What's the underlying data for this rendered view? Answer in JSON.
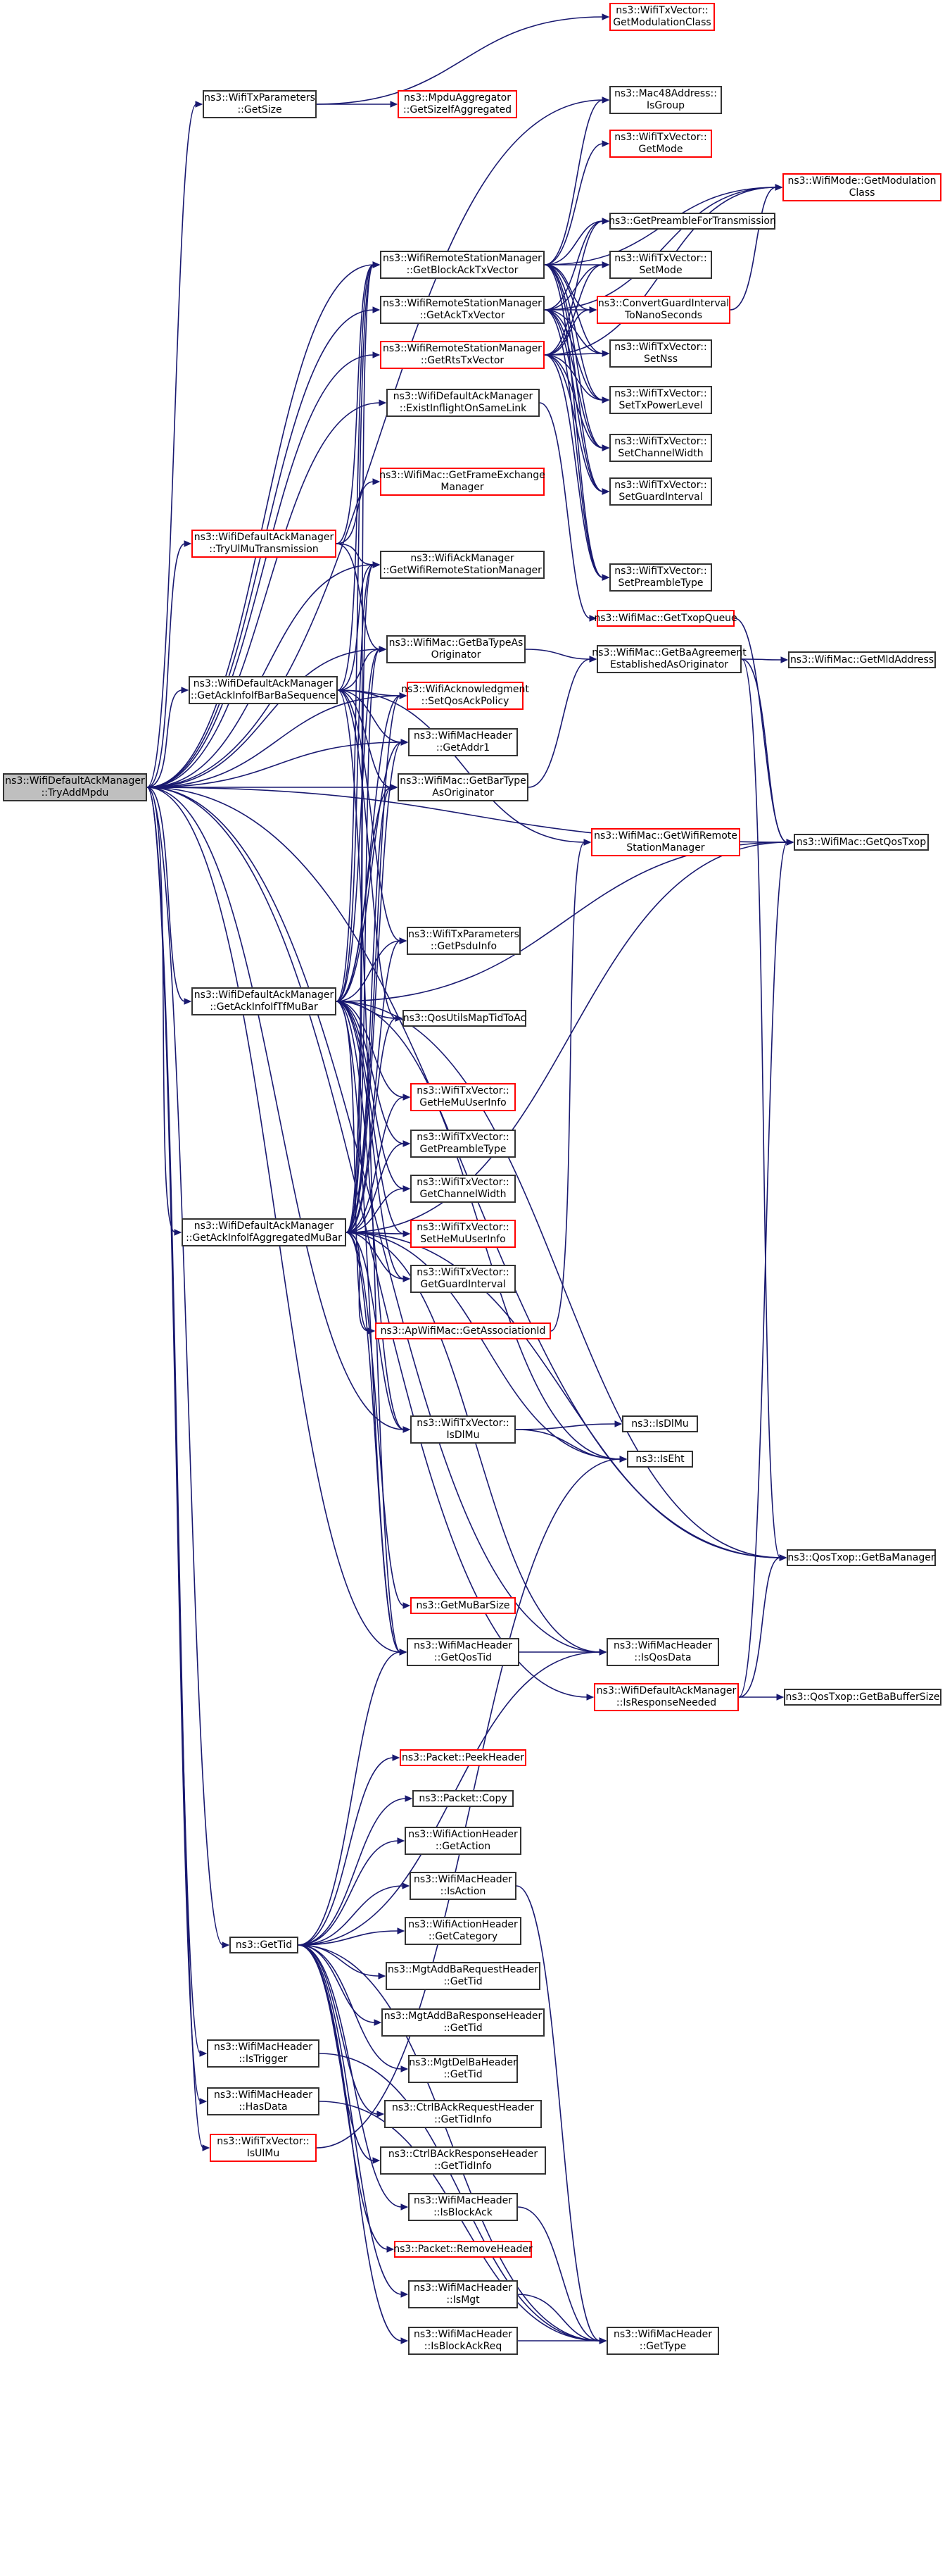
{
  "colors": {
    "edge": "#191970",
    "border_defined": "#333333",
    "border_undocumented": "#ff0000",
    "root_fill": "#bfbfbf"
  },
  "nodes": {
    "root": {
      "lines": [
        "ns3::WifiDefaultAckManager",
        "::TryAddMpdu"
      ],
      "style": "root"
    },
    "txp_getsize": {
      "lines": [
        "ns3::WifiTxParameters",
        "::GetSize"
      ],
      "style": "normal"
    },
    "getmodclass_vec": {
      "lines": [
        "ns3::WifiTxVector::",
        "GetModulationClass"
      ],
      "style": "red"
    },
    "mpdu_getsize": {
      "lines": [
        "ns3::MpduAggregator",
        "::GetSizeIfAggregated"
      ],
      "style": "red"
    },
    "mac48_isgroup": {
      "lines": [
        "ns3::Mac48Address::",
        "IsGroup"
      ],
      "style": "normal"
    },
    "vec_getmode": {
      "lines": [
        "ns3::WifiTxVector::",
        "GetMode"
      ],
      "style": "red"
    },
    "wifimode_getmod": {
      "lines": [
        "ns3::WifiMode::GetModulation",
        "Class"
      ],
      "style": "red"
    },
    "preamble_for_tx": {
      "lines": [
        "ns3::GetPreambleForTransmission"
      ],
      "style": "normal"
    },
    "rsm_blockack": {
      "lines": [
        "ns3::WifiRemoteStationManager",
        "::GetBlockAckTxVector"
      ],
      "style": "normal"
    },
    "vec_setmode": {
      "lines": [
        "ns3::WifiTxVector::",
        "SetMode"
      ],
      "style": "normal"
    },
    "conv_guard": {
      "lines": [
        "ns3::ConvertGuardInterval",
        "ToNanoSeconds"
      ],
      "style": "red"
    },
    "rsm_ack": {
      "lines": [
        "ns3::WifiRemoteStationManager",
        "::GetAckTxVector"
      ],
      "style": "normal"
    },
    "vec_setnss": {
      "lines": [
        "ns3::WifiTxVector::",
        "SetNss"
      ],
      "style": "normal"
    },
    "rsm_rts": {
      "lines": [
        "ns3::WifiRemoteStationManager",
        "::GetRtsTxVector"
      ],
      "style": "red"
    },
    "vec_setpower": {
      "lines": [
        "ns3::WifiTxVector::",
        "SetTxPowerLevel"
      ],
      "style": "normal"
    },
    "exist_inflight": {
      "lines": [
        "ns3::WifiDefaultAckManager",
        "::ExistInflightOnSameLink"
      ],
      "style": "normal"
    },
    "vec_setchan": {
      "lines": [
        "ns3::WifiTxVector::",
        "SetChannelWidth"
      ],
      "style": "normal"
    },
    "mac_getfem": {
      "lines": [
        "ns3::WifiMac::GetFrameExchange",
        "Manager"
      ],
      "style": "red"
    },
    "vec_setguard": {
      "lines": [
        "ns3::WifiTxVector::",
        "SetGuardInterval"
      ],
      "style": "normal"
    },
    "try_ulmu": {
      "lines": [
        "ns3::WifiDefaultAckManager",
        "::TryUlMuTransmission"
      ],
      "style": "red"
    },
    "ackmgr_getrsm": {
      "lines": [
        "ns3::WifiAckManager",
        "::GetWifiRemoteStationManager"
      ],
      "style": "normal"
    },
    "vec_setpreamble": {
      "lines": [
        "ns3::WifiTxVector::",
        "SetPreambleType"
      ],
      "style": "normal"
    },
    "mac_gettxopq": {
      "lines": [
        "ns3::WifiMac::GetTxopQueue"
      ],
      "style": "red"
    },
    "mac_getbatype": {
      "lines": [
        "ns3::WifiMac::GetBaTypeAs",
        "Originator"
      ],
      "style": "normal"
    },
    "mac_getbaagree": {
      "lines": [
        "ns3::WifiMac::GetBaAgreement",
        "EstablishedAsOriginator"
      ],
      "style": "normal"
    },
    "mac_getmld": {
      "lines": [
        "ns3::WifiMac::GetMldAddress"
      ],
      "style": "normal"
    },
    "getackinfo_barba": {
      "lines": [
        "ns3::WifiDefaultAckManager",
        "::GetAckInfoIfBarBaSequence"
      ],
      "style": "normal"
    },
    "wifiack_setqos": {
      "lines": [
        "ns3::WifiAcknowledgment",
        "::SetQosAckPolicy"
      ],
      "style": "red"
    },
    "hdr_getaddr1": {
      "lines": [
        "ns3::WifiMacHeader",
        "::GetAddr1"
      ],
      "style": "normal"
    },
    "mac_getbartype": {
      "lines": [
        "ns3::WifiMac::GetBarType",
        "AsOriginator"
      ],
      "style": "normal"
    },
    "mac_getrsm": {
      "lines": [
        "ns3::WifiMac::GetWifiRemote",
        "StationManager"
      ],
      "style": "red"
    },
    "mac_getqostxop": {
      "lines": [
        "ns3::WifiMac::GetQosTxop"
      ],
      "style": "normal"
    },
    "txp_getpsdu": {
      "lines": [
        "ns3::WifiTxParameters",
        "::GetPsduInfo"
      ],
      "style": "normal"
    },
    "getackinfo_tfmubar": {
      "lines": [
        "ns3::WifiDefaultAckManager",
        "::GetAckInfoIfTfMuBar"
      ],
      "style": "normal"
    },
    "qos_maptid": {
      "lines": [
        "ns3::QosUtilsMapTidToAc"
      ],
      "style": "normal"
    },
    "vec_getheuser": {
      "lines": [
        "ns3::WifiTxVector::",
        "GetHeMuUserInfo"
      ],
      "style": "red"
    },
    "vec_getpreamble": {
      "lines": [
        "ns3::WifiTxVector::",
        "GetPreambleType"
      ],
      "style": "normal"
    },
    "vec_getchan": {
      "lines": [
        "ns3::WifiTxVector::",
        "GetChannelWidth"
      ],
      "style": "normal"
    },
    "getackinfo_aggmubar": {
      "lines": [
        "ns3::WifiDefaultAckManager",
        "::GetAckInfoIfAggregatedMuBar"
      ],
      "style": "normal"
    },
    "vec_setheuser": {
      "lines": [
        "ns3::WifiTxVector::",
        "SetHeMuUserInfo"
      ],
      "style": "red"
    },
    "vec_getguard": {
      "lines": [
        "ns3::WifiTxVector::",
        "GetGuardInterval"
      ],
      "style": "normal"
    },
    "apmac_getassoc": {
      "lines": [
        "ns3::ApWifiMac::GetAssociationId"
      ],
      "style": "red"
    },
    "vec_isdlmu": {
      "lines": [
        "ns3::WifiTxVector::",
        "IsDlMu"
      ],
      "style": "normal"
    },
    "isdlmu": {
      "lines": [
        "ns3::IsDlMu"
      ],
      "style": "normal"
    },
    "iseht": {
      "lines": [
        "ns3::IsEht"
      ],
      "style": "normal"
    },
    "qostxop_getbamgr": {
      "lines": [
        "ns3::QosTxop::GetBaManager"
      ],
      "style": "normal"
    },
    "getmubarsize": {
      "lines": [
        "ns3::GetMuBarSize"
      ],
      "style": "red"
    },
    "hdr_getqostid": {
      "lines": [
        "ns3::WifiMacHeader",
        "::GetQosTid"
      ],
      "style": "normal"
    },
    "hdr_isqosdata": {
      "lines": [
        "ns3::WifiMacHeader",
        "::IsQosData"
      ],
      "style": "normal"
    },
    "is_resp_needed": {
      "lines": [
        "ns3::WifiDefaultAckManager",
        "::IsResponseNeeded"
      ],
      "style": "red"
    },
    "qostxop_getbabuf": {
      "lines": [
        "ns3::QosTxop::GetBaBufferSize"
      ],
      "style": "normal"
    },
    "pkt_peek": {
      "lines": [
        "ns3::Packet::PeekHeader"
      ],
      "style": "red"
    },
    "pkt_copy": {
      "lines": [
        "ns3::Packet::Copy"
      ],
      "style": "normal"
    },
    "ahdr_getaction": {
      "lines": [
        "ns3::WifiActionHeader",
        "::GetAction"
      ],
      "style": "normal"
    },
    "hdr_isaction": {
      "lines": [
        "ns3::WifiMacHeader",
        "::IsAction"
      ],
      "style": "normal"
    },
    "ahdr_getcat": {
      "lines": [
        "ns3::WifiActionHeader",
        "::GetCategory"
      ],
      "style": "normal"
    },
    "gettid": {
      "lines": [
        "ns3::GetTid"
      ],
      "style": "normal"
    },
    "addbareq_gettid": {
      "lines": [
        "ns3::MgtAddBaRequestHeader",
        "::GetTid"
      ],
      "style": "normal"
    },
    "addbaresp_gettid": {
      "lines": [
        "ns3::MgtAddBaResponseHeader",
        "::GetTid"
      ],
      "style": "normal"
    },
    "delba_gettid": {
      "lines": [
        "ns3::MgtDelBaHeader",
        "::GetTid"
      ],
      "style": "normal"
    },
    "hdr_istrigger": {
      "lines": [
        "ns3::WifiMacHeader",
        "::IsTrigger"
      ],
      "style": "normal"
    },
    "barreq_gettidinfo": {
      "lines": [
        "ns3::CtrlBAckRequestHeader",
        "::GetTidInfo"
      ],
      "style": "normal"
    },
    "hdr_hasdata": {
      "lines": [
        "ns3::WifiMacHeader",
        "::HasData"
      ],
      "style": "normal"
    },
    "vec_isulmu": {
      "lines": [
        "ns3::WifiTxVector::",
        "IsUlMu"
      ],
      "style": "red"
    },
    "baresp_gettidinfo": {
      "lines": [
        "ns3::CtrlBAckResponseHeader",
        "::GetTidInfo"
      ],
      "style": "normal"
    },
    "hdr_isblockack": {
      "lines": [
        "ns3::WifiMacHeader",
        "::IsBlockAck"
      ],
      "style": "normal"
    },
    "pkt_remove": {
      "lines": [
        "ns3::Packet::RemoveHeader"
      ],
      "style": "red"
    },
    "hdr_ismgt": {
      "lines": [
        "ns3::WifiMacHeader",
        "::IsMgt"
      ],
      "style": "normal"
    },
    "hdr_isblockackreq": {
      "lines": [
        "ns3::WifiMacHeader",
        "::IsBlockAckReq"
      ],
      "style": "normal"
    },
    "hdr_gettype": {
      "lines": [
        "ns3::WifiMacHeader",
        "::GetType"
      ],
      "style": "normal"
    }
  },
  "edges": [
    [
      "root",
      "txp_getsize"
    ],
    [
      "root",
      "rsm_blockack"
    ],
    [
      "root",
      "rsm_ack"
    ],
    [
      "root",
      "rsm_rts"
    ],
    [
      "root",
      "exist_inflight"
    ],
    [
      "root",
      "try_ulmu"
    ],
    [
      "root",
      "ackmgr_getrsm"
    ],
    [
      "root",
      "mac_getbatype"
    ],
    [
      "root",
      "getackinfo_barba"
    ],
    [
      "root",
      "wifiack_setqos"
    ],
    [
      "root",
      "hdr_getaddr1"
    ],
    [
      "root",
      "mac_getbartype"
    ],
    [
      "root",
      "getackinfo_tfmubar"
    ],
    [
      "root",
      "getackinfo_aggmubar"
    ],
    [
      "root",
      "vec_isdlmu"
    ],
    [
      "root",
      "hdr_getqostid"
    ],
    [
      "root",
      "hdr_isqosdata"
    ],
    [
      "root",
      "is_resp_needed"
    ],
    [
      "root",
      "gettid"
    ],
    [
      "root",
      "hdr_istrigger"
    ],
    [
      "root",
      "hdr_hasdata"
    ],
    [
      "root",
      "vec_isulmu"
    ],
    [
      "root",
      "mac48_isgroup"
    ],
    [
      "root",
      "mac_getqostxop"
    ],
    [
      "root",
      "qostxop_getbamgr"
    ],
    [
      "txp_getsize",
      "getmodclass_vec"
    ],
    [
      "txp_getsize",
      "mpdu_getsize"
    ],
    [
      "rsm_blockack",
      "wifimode_getmod"
    ],
    [
      "rsm_blockack",
      "mac48_isgroup"
    ],
    [
      "rsm_blockack",
      "vec_getmode"
    ],
    [
      "rsm_blockack",
      "preamble_for_tx"
    ],
    [
      "rsm_blockack",
      "vec_setmode"
    ],
    [
      "rsm_blockack",
      "conv_guard"
    ],
    [
      "rsm_blockack",
      "vec_setnss"
    ],
    [
      "rsm_blockack",
      "vec_setpower"
    ],
    [
      "rsm_blockack",
      "vec_setchan"
    ],
    [
      "rsm_blockack",
      "vec_setguard"
    ],
    [
      "rsm_blockack",
      "vec_setpreamble"
    ],
    [
      "rsm_ack",
      "wifimode_getmod"
    ],
    [
      "rsm_ack",
      "preamble_for_tx"
    ],
    [
      "rsm_ack",
      "vec_setmode"
    ],
    [
      "rsm_ack",
      "conv_guard"
    ],
    [
      "rsm_ack",
      "vec_setnss"
    ],
    [
      "rsm_ack",
      "vec_setpower"
    ],
    [
      "rsm_ack",
      "vec_setchan"
    ],
    [
      "rsm_ack",
      "vec_setguard"
    ],
    [
      "rsm_ack",
      "vec_setpreamble"
    ],
    [
      "rsm_rts",
      "wifimode_getmod"
    ],
    [
      "rsm_rts",
      "preamble_for_tx"
    ],
    [
      "rsm_rts",
      "vec_setmode"
    ],
    [
      "rsm_rts",
      "conv_guard"
    ],
    [
      "rsm_rts",
      "vec_setnss"
    ],
    [
      "rsm_rts",
      "vec_setpower"
    ],
    [
      "rsm_rts",
      "vec_setchan"
    ],
    [
      "rsm_rts",
      "vec_setguard"
    ],
    [
      "rsm_rts",
      "vec_setpreamble"
    ],
    [
      "exist_inflight",
      "mac_gettxopq"
    ],
    [
      "conv_guard",
      "wifimode_getmod"
    ],
    [
      "try_ulmu",
      "mac_getfem"
    ],
    [
      "try_ulmu",
      "ackmgr_getrsm"
    ],
    [
      "try_ulmu",
      "rsm_blockack"
    ],
    [
      "try_ulmu",
      "mac_getbatype"
    ],
    [
      "mac_getbatype",
      "mac_getbaagree"
    ],
    [
      "mac_getbartype",
      "mac_getbaagree"
    ],
    [
      "mac_getbaagree",
      "mac_getmld"
    ],
    [
      "mac_getbaagree",
      "mac_getqostxop"
    ],
    [
      "mac_getbaagree",
      "qostxop_getbamgr"
    ],
    [
      "mac_gettxopq",
      "mac_getqostxop"
    ],
    [
      "getackinfo_barba",
      "mac_getbatype"
    ],
    [
      "getackinfo_barba",
      "wifiack_setqos"
    ],
    [
      "getackinfo_barba",
      "hdr_getaddr1"
    ],
    [
      "getackinfo_barba",
      "mac_getbartype"
    ],
    [
      "getackinfo_barba",
      "txp_getpsdu"
    ],
    [
      "getackinfo_barba",
      "qos_maptid"
    ],
    [
      "getackinfo_barba",
      "hdr_getqostid"
    ],
    [
      "getackinfo_barba",
      "ackmgr_getrsm"
    ],
    [
      "getackinfo_barba",
      "rsm_blockack"
    ],
    [
      "getackinfo_barba",
      "mac_getrsm"
    ],
    [
      "getackinfo_tfmubar",
      "wifiack_setqos"
    ],
    [
      "getackinfo_tfmubar",
      "hdr_getaddr1"
    ],
    [
      "getackinfo_tfmubar",
      "mac_getbartype"
    ],
    [
      "getackinfo_tfmubar",
      "txp_getpsdu"
    ],
    [
      "getackinfo_tfmubar",
      "qos_maptid"
    ],
    [
      "getackinfo_tfmubar",
      "vec_getheuser"
    ],
    [
      "getackinfo_tfmubar",
      "vec_getpreamble"
    ],
    [
      "getackinfo_tfmubar",
      "vec_getchan"
    ],
    [
      "getackinfo_tfmubar",
      "vec_setheuser"
    ],
    [
      "getackinfo_tfmubar",
      "vec_getguard"
    ],
    [
      "getackinfo_tfmubar",
      "apmac_getassoc"
    ],
    [
      "getackinfo_tfmubar",
      "vec_isdlmu"
    ],
    [
      "getackinfo_tfmubar",
      "iseht"
    ],
    [
      "getackinfo_tfmubar",
      "hdr_getqostid"
    ],
    [
      "getackinfo_tfmubar",
      "mac_getqostxop"
    ],
    [
      "getackinfo_tfmubar",
      "mac_getbatype"
    ],
    [
      "getackinfo_tfmubar",
      "ackmgr_getrsm"
    ],
    [
      "getackinfo_tfmubar",
      "rsm_blockack"
    ],
    [
      "getackinfo_tfmubar",
      "qostxop_getbamgr"
    ],
    [
      "getackinfo_aggmubar",
      "wifiack_setqos"
    ],
    [
      "getackinfo_aggmubar",
      "hdr_getaddr1"
    ],
    [
      "getackinfo_aggmubar",
      "mac_getbartype"
    ],
    [
      "getackinfo_aggmubar",
      "txp_getpsdu"
    ],
    [
      "getackinfo_aggmubar",
      "qos_maptid"
    ],
    [
      "getackinfo_aggmubar",
      "vec_getheuser"
    ],
    [
      "getackinfo_aggmubar",
      "vec_getpreamble"
    ],
    [
      "getackinfo_aggmubar",
      "vec_getchan"
    ],
    [
      "getackinfo_aggmubar",
      "vec_setheuser"
    ],
    [
      "getackinfo_aggmubar",
      "vec_getguard"
    ],
    [
      "getackinfo_aggmubar",
      "apmac_getassoc"
    ],
    [
      "getackinfo_aggmubar",
      "vec_isdlmu"
    ],
    [
      "getackinfo_aggmubar",
      "iseht"
    ],
    [
      "getackinfo_aggmubar",
      "getmubarsize"
    ],
    [
      "getackinfo_aggmubar",
      "hdr_getqostid"
    ],
    [
      "getackinfo_aggmubar",
      "hdr_isqosdata"
    ],
    [
      "getackinfo_aggmubar",
      "qostxop_getbamgr"
    ],
    [
      "getackinfo_aggmubar",
      "mac_getbatype"
    ],
    [
      "getackinfo_aggmubar",
      "ackmgr_getrsm"
    ],
    [
      "getackinfo_aggmubar",
      "rsm_blockack"
    ],
    [
      "getackinfo_aggmubar",
      "mac_getqostxop"
    ],
    [
      "apmac_getassoc",
      "mac_getrsm"
    ],
    [
      "vec_isdlmu",
      "isdlmu"
    ],
    [
      "vec_isdlmu",
      "iseht"
    ],
    [
      "hdr_getqostid",
      "hdr_isqosdata"
    ],
    [
      "is_resp_needed",
      "qostxop_getbabuf"
    ],
    [
      "is_resp_needed",
      "qostxop_getbamgr"
    ],
    [
      "is_resp_needed",
      "mac_getqostxop"
    ],
    [
      "gettid",
      "pkt_peek"
    ],
    [
      "gettid",
      "pkt_copy"
    ],
    [
      "gettid",
      "ahdr_getaction"
    ],
    [
      "gettid",
      "hdr_isaction"
    ],
    [
      "gettid",
      "ahdr_getcat"
    ],
    [
      "gettid",
      "addbareq_gettid"
    ],
    [
      "gettid",
      "addbaresp_gettid"
    ],
    [
      "gettid",
      "delba_gettid"
    ],
    [
      "gettid",
      "barreq_gettidinfo"
    ],
    [
      "gettid",
      "baresp_gettidinfo"
    ],
    [
      "gettid",
      "hdr_isblockack"
    ],
    [
      "gettid",
      "pkt_remove"
    ],
    [
      "gettid",
      "hdr_ismgt"
    ],
    [
      "gettid",
      "hdr_isblockackreq"
    ],
    [
      "gettid",
      "hdr_getqostid"
    ],
    [
      "gettid",
      "hdr_isqosdata"
    ],
    [
      "gettid",
      "hdr_gettype"
    ],
    [
      "hdr_isaction",
      "hdr_gettype"
    ],
    [
      "hdr_isblockack",
      "hdr_gettype"
    ],
    [
      "hdr_ismgt",
      "hdr_gettype"
    ],
    [
      "hdr_isblockackreq",
      "hdr_gettype"
    ],
    [
      "hdr_istrigger",
      "hdr_gettype"
    ],
    [
      "hdr_hasdata",
      "hdr_gettype"
    ],
    [
      "vec_isulmu",
      "iseht"
    ]
  ]
}
